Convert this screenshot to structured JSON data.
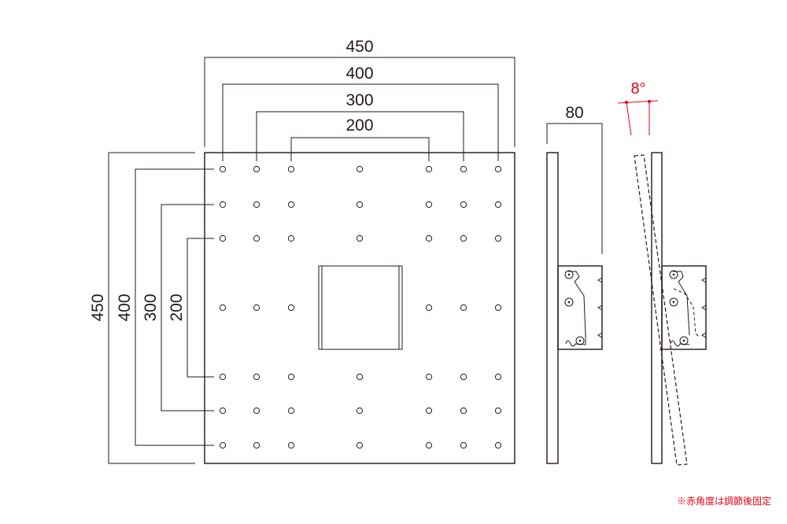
{
  "front_view": {
    "top_dimensions": [
      "450",
      "400",
      "300",
      "200"
    ],
    "left_dimensions": [
      "450",
      "400",
      "300",
      "200"
    ],
    "hole_grid_columns": 7,
    "hole_grid_rows": 7
  },
  "side_view": {
    "depth_dimension": "80"
  },
  "tilt_view": {
    "angle_label": "8°"
  },
  "note": "※赤角度は調節後固定",
  "colors": {
    "line": "#231815",
    "accent": "#e60012"
  }
}
